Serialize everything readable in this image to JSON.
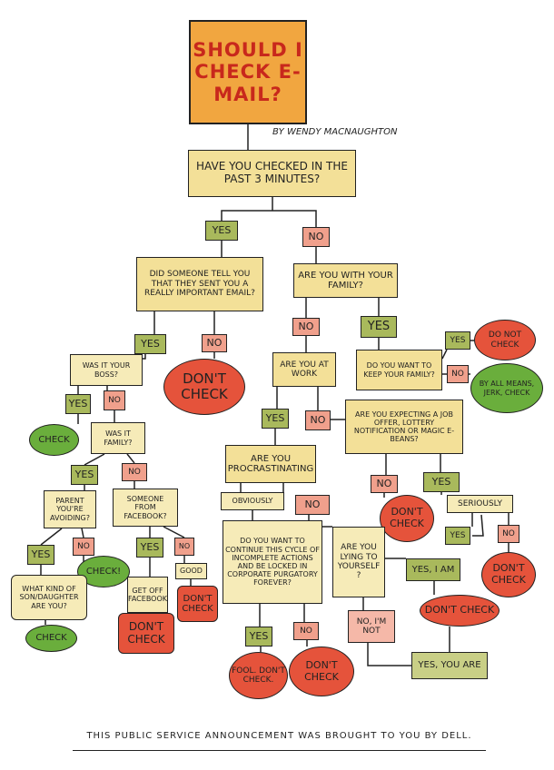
{
  "title": "Should I check e-mail?",
  "byline": "by Wendy MacNaughton",
  "footer": "This public service announcement was brought to you by DELL.",
  "nodes": {
    "q_checked": "Have you checked in the past 3 minutes?",
    "yes_checked": "Yes",
    "no_checked": "No",
    "q_told": "Did someone tell you that they sent you a really important email?",
    "q_family": "Are you with your family?",
    "yes_told": "Yes",
    "no_told": "No",
    "dont_check_told": "Don't check",
    "q_boss": "Was it your boss?",
    "yes_boss": "Yes",
    "no_boss": "No",
    "check_boss": "Check",
    "q_wasfamily": "Was it family?",
    "yes_wasfamily": "Yes",
    "no_wasfamily": "No",
    "q_parent": "Parent you're avoiding?",
    "yes_parent": "Yes",
    "no_parent": "No",
    "check_parent": "Check!",
    "q_kind": "What kind of son/daughter are you?",
    "check_kind": "Check",
    "q_facebook": "Someone from Facebook?",
    "yes_facebook": "Yes",
    "no_facebook": "No",
    "get_off": "Get off Facebook",
    "dont_check_getoff": "Don't check",
    "good": "Good",
    "dont_check_good": "Don't check",
    "no_family": "No",
    "yes_family": "Yes",
    "q_keep": "Do you want to keep your family?",
    "yes_keep": "Yes",
    "no_keep": "No",
    "do_not_check": "Do not check",
    "by_all_means": "By all means, jerk, check",
    "q_work": "Are you at work",
    "yes_work": "Yes",
    "no_work": "No",
    "q_expecting": "Are you expecting a job offer, lottery notification or magic e-beans?",
    "no_expecting": "No",
    "dont_check_expecting": "Don't check",
    "yes_expecting": "Yes",
    "seriously": "Seriously",
    "yes_seriously": "Yes",
    "no_seriously": "No",
    "dont_check_seriously": "Don't check",
    "q_procrastinating": "Are you procrastinating",
    "obviously": "Obviously",
    "no_procrastinating": "No",
    "q_continue": "Do you want to continue this cycle of incomplete actions and be locked in corporate purgatory forever?",
    "yes_continue": "Yes",
    "no_continue": "No",
    "fool": "Fool. Don't check.",
    "dont_check_continue": "Don't check",
    "q_lying": "Are you lying to yourself ?",
    "yes_iam": "Yes, I am",
    "dont_check_lying": "Don't check",
    "no_imnot": "No, I'm not",
    "yes_youare": "Yes, you are"
  },
  "colors": {
    "title_bg": "#f1a640",
    "title_text": "#c8281c",
    "question": "#f3e098",
    "yes": "#a9b95c",
    "no": "#f0a08c",
    "dont_check": "#e5533b",
    "check": "#6aae3c"
  }
}
